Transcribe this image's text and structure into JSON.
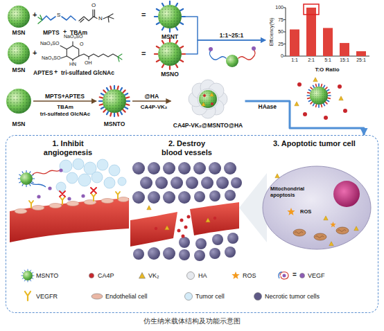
{
  "diagram": {
    "caption": "仿生纳米载体结构及功能示意图",
    "nodes": [
      {
        "text": [
          "MSNT"
        ]
      },
      {
        "text": [
          "MSNO"
        ]
      },
      {
        "text": [
          "Efficiency(%)",
          "T:O Ratio"
        ]
      },
      {
        "text": [
          "MSN"
        ]
      },
      {
        "text": [
          "MSNTO"
        ]
      },
      {
        "text": [
          "CA4P-VK₂@MSNTO@HA"
        ]
      },
      {
        "text": [
          "1. Inhibit angiogenesis",
          "2. Destroy blood vessels",
          "3. Apoptotic tumor cell"
        ]
      }
    ],
    "edges": [
      {
        "from": 0,
        "to": 2,
        "arrow": "to",
        "label": "1:1~25:1"
      },
      {
        "from": 1,
        "to": 2,
        "arrow": "to"
      },
      {
        "from": 3,
        "to": 4,
        "arrow": "to",
        "label": "MPTS+APTES"
      },
      {
        "from": 4,
        "to": 5,
        "arrow": "to",
        "label": "@HA"
      },
      {
        "from": 5,
        "to": 6,
        "arrow": "to",
        "label": "HAase"
      }
    ],
    "labels": [
      "MSN",
      "+",
      "S",
      "O",
      "N",
      "MPTS",
      "+",
      "TBAm",
      "=",
      "MSN",
      "+",
      "NaO₃SO",
      "NaO₃SO",
      "O",
      "NaO₃SO",
      "OH",
      "HN",
      "APTES",
      "+",
      "tri-sulfated GlcNAc",
      "=",
      "100",
      "75",
      "50",
      "25",
      "0",
      "1:1",
      "2:1",
      "5:1",
      "15:1",
      "25:1",
      "TBAm",
      "tri-sulfated GlcNAc",
      "CA4P-VK₂",
      "Mitochondrial apoptosis",
      "ROS",
      "="
    ],
    "legend": [
      {
        "text": "MSNTO"
      },
      {
        "text": "CA4P",
        "color": "#c8262c"
      },
      {
        "text": "VK₂",
        "color": "#e9b824"
      },
      {
        "text": "HA",
        "color": "#e6e9ee"
      },
      {
        "text": "ROS"
      },
      {
        "text": "VEGF",
        "color": "#8d5cb5"
      },
      {
        "text": "VEGFR"
      },
      {
        "text": "Endothelial cell",
        "color": "#eab7a5"
      },
      {
        "text": "Tumor cell",
        "color": "#d4ebf8"
      },
      {
        "text": "Necrotic tumor cells",
        "color": "#5e5986"
      }
    ]
  }
}
